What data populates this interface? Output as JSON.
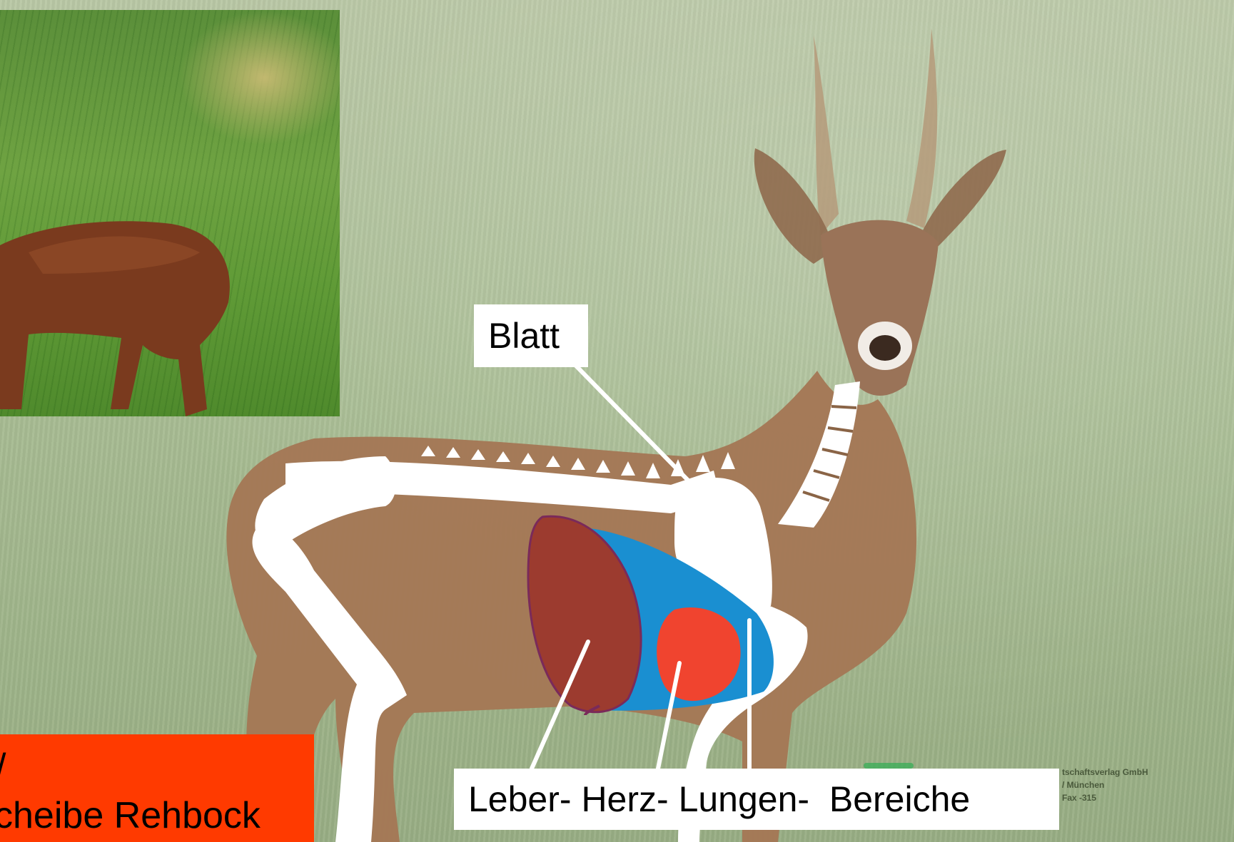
{
  "labels": {
    "blatt": "Blatt",
    "leber": "Leber-",
    "herz": "Herz-",
    "lungen": "Lungen-",
    "bereiche": "Bereiche"
  },
  "title_box": {
    "line1": "/",
    "line2": "cheibe Rehbock"
  },
  "publisher": {
    "line1": "tschaftsverlag GmbH",
    "line2": "/ München",
    "line3": "Fax -315"
  },
  "colors": {
    "background_grass": "#a9bd94",
    "deer_body": "#a47856",
    "skeleton": "#ffffff",
    "liver": "#9c3b2f",
    "lung": "#1a8fd1",
    "heart": "#f0442f",
    "title_box": "#ff3a00"
  }
}
